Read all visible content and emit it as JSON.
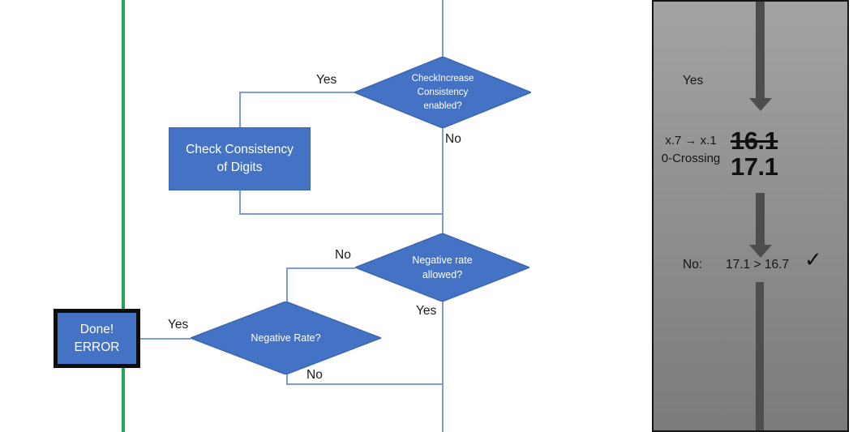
{
  "flowchart": {
    "decision_check_increase": "CheckIncrease\nConsistency\nenabled?",
    "process_check_consistency": "Check Consistency\nof Digits",
    "decision_negative_rate_allowed": "Negative rate\nallowed?",
    "decision_negative_rate": "Negative Rate?",
    "terminal_done_error": "Done!\nERROR",
    "branch_labels": {
      "check_increase_yes": "Yes",
      "check_increase_no": "No",
      "rate_allowed_no": "No",
      "rate_allowed_yes": "Yes",
      "negative_rate_yes": "Yes",
      "negative_rate_no": "No"
    }
  },
  "panel": {
    "yes_label": "Yes",
    "rule_text": "x.7 → x.1\n0-Crossing",
    "old_value": "16.1",
    "new_value": "17.1",
    "no_label": "No:",
    "comparison": "17.1 > 16.7",
    "check_mark": "✓"
  },
  "colors": {
    "shape_fill": "#4472C4",
    "shape_border": "#3E66B1",
    "connector_blue": "#7E9CD4",
    "green_line": "#21A75C",
    "panel_gradient_top": "#A3A3A3",
    "panel_gradient_bottom": "#7B7B7B",
    "arrow_gray": "#4D4D4D",
    "done_border": "#0d0d0d"
  }
}
